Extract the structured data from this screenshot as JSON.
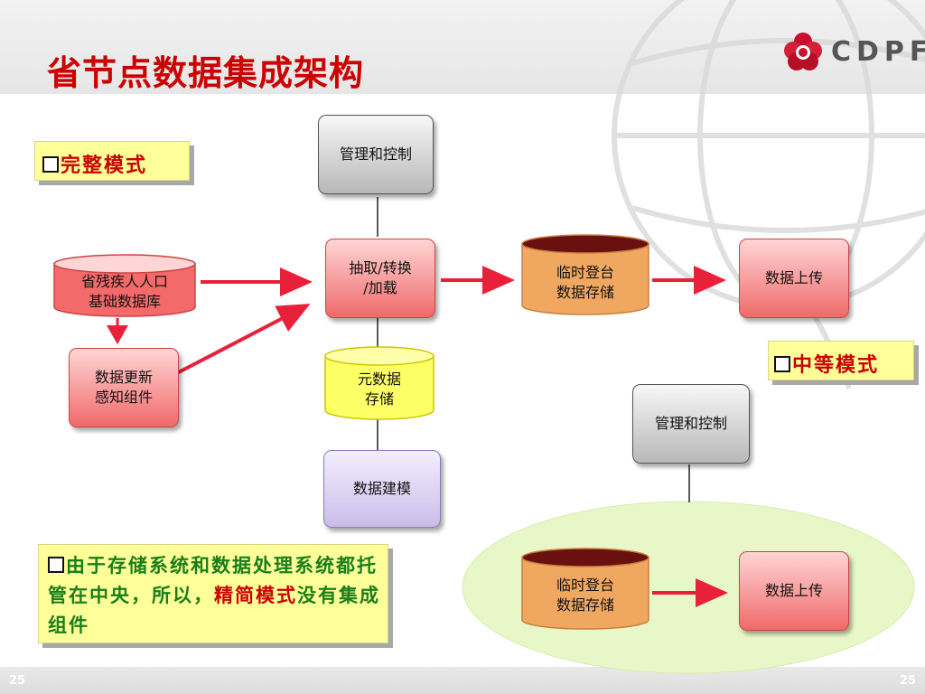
{
  "title": "省节点数据集成架构",
  "logo": {
    "text": "CDPF"
  },
  "page_number": "25",
  "modes": {
    "full": "完整模式",
    "mid": "中等模式",
    "simple_note": {
      "part1": "由于存储系统和数据处理系统都托管在中央，所以，",
      "highlight": "精简模式",
      "part2": "没有集成组件"
    }
  },
  "nodes": {
    "mgmt_top": "管理和控制",
    "etl": "抽取/转换\n/加载",
    "staging_top": "临时登台\n数据存储",
    "upload_top": "数据上传",
    "source_db": "省残疾人人口\n基础数据库",
    "change_sensor": "数据更新\n感知组件",
    "metadata": "元数据\n存储",
    "modeling": "数据建模",
    "mgmt_mid": "管理和控制",
    "staging_mid": "临时登台\n数据存储",
    "upload_mid": "数据上传"
  },
  "colors": {
    "title_red": "#cc0000",
    "arrow_red": "#e8203a",
    "note_yellow": "#ffff99",
    "ellipse_green": "#e8f7c8"
  }
}
